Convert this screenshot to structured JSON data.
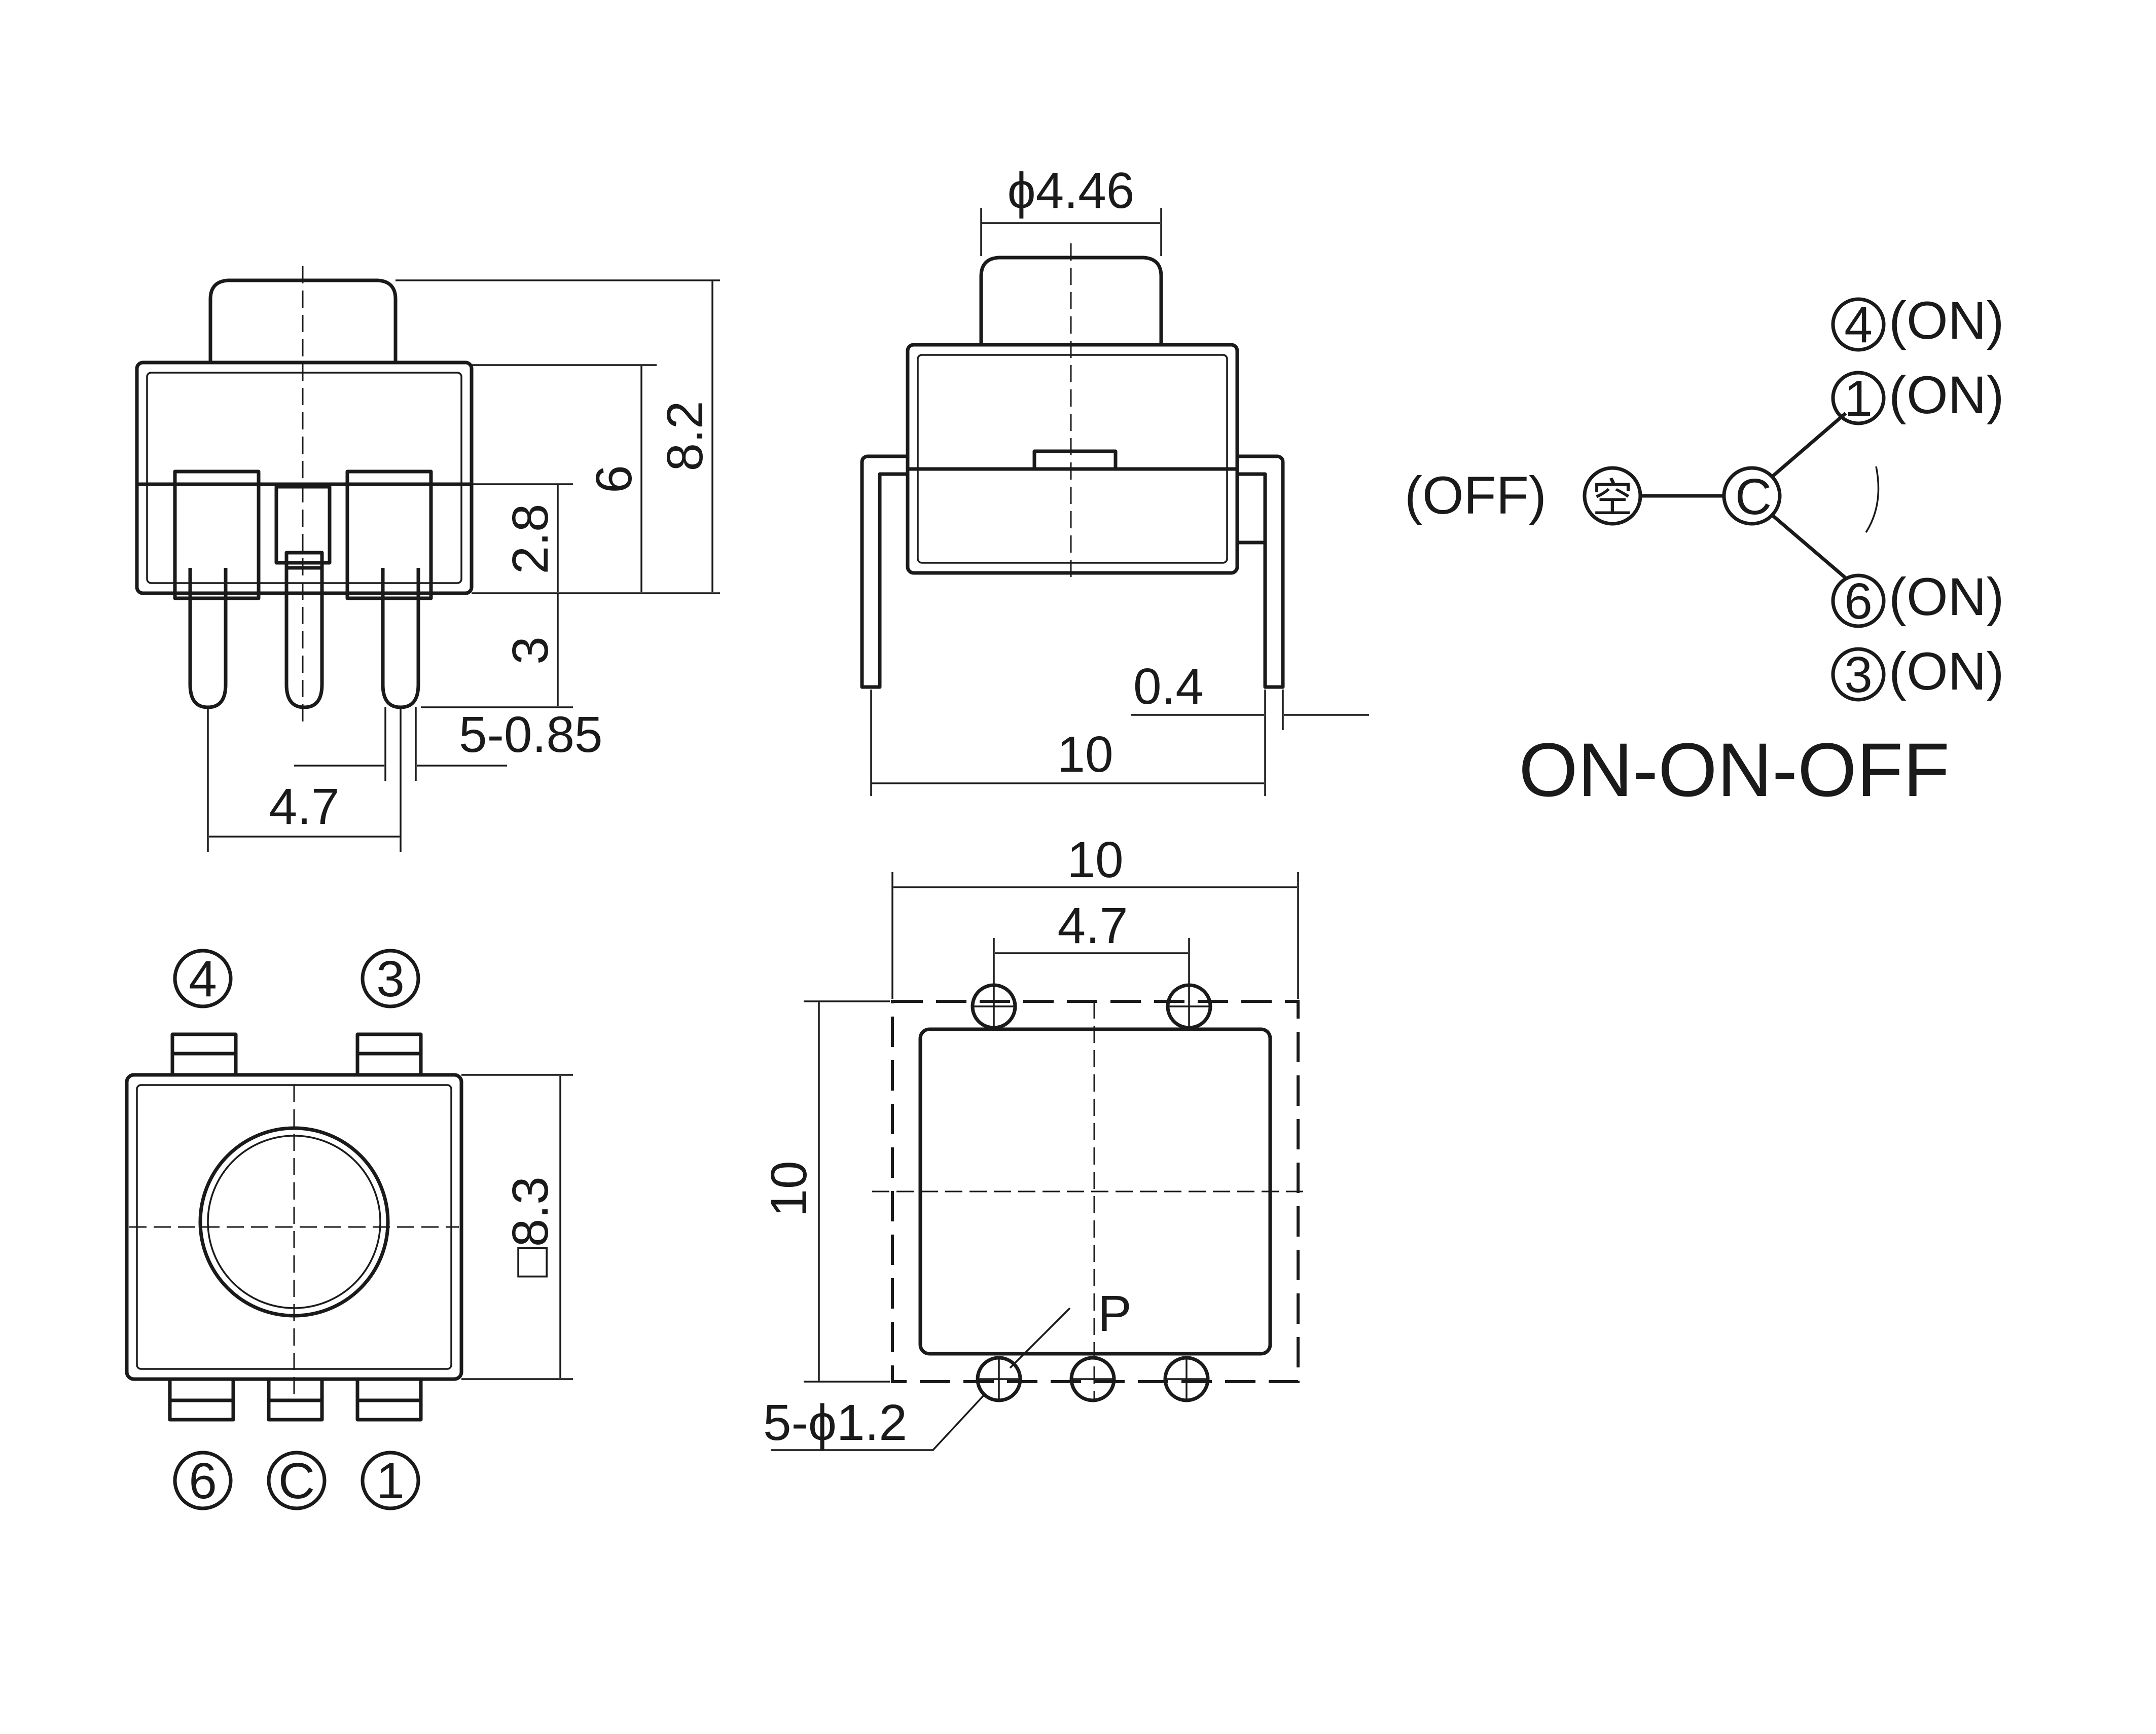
{
  "side_view": {
    "dim_height_total": "8.2",
    "dim_body_height": "6",
    "dim_pin_height": "2.8",
    "dim_pin_length": "3",
    "dim_pin_width": "5-0.85",
    "dim_pin_pitch": "4.7"
  },
  "front_view": {
    "dim_actuator_dia": "ϕ4.46",
    "dim_leg_thickness": "0.4",
    "dim_width": "10"
  },
  "schematic": {
    "off_label": "(OFF)",
    "off_symbol": "空",
    "common_symbol": "C",
    "contacts": [
      {
        "num": "4",
        "state": "(ON)"
      },
      {
        "num": "1",
        "state": "(ON)"
      },
      {
        "num": "6",
        "state": "(ON)"
      },
      {
        "num": "3",
        "state": "(ON)"
      }
    ],
    "title": "ON-ON-OFF"
  },
  "top_view": {
    "pins_top": [
      "4",
      "3"
    ],
    "pins_bottom": [
      "6",
      "C",
      "1"
    ],
    "dim_square": "□8.3"
  },
  "footprint": {
    "dim_width": "10",
    "dim_hole_pitch": "4.7",
    "dim_height": "10",
    "hole_label": "5-ϕ1.2",
    "pin_label": "P"
  }
}
